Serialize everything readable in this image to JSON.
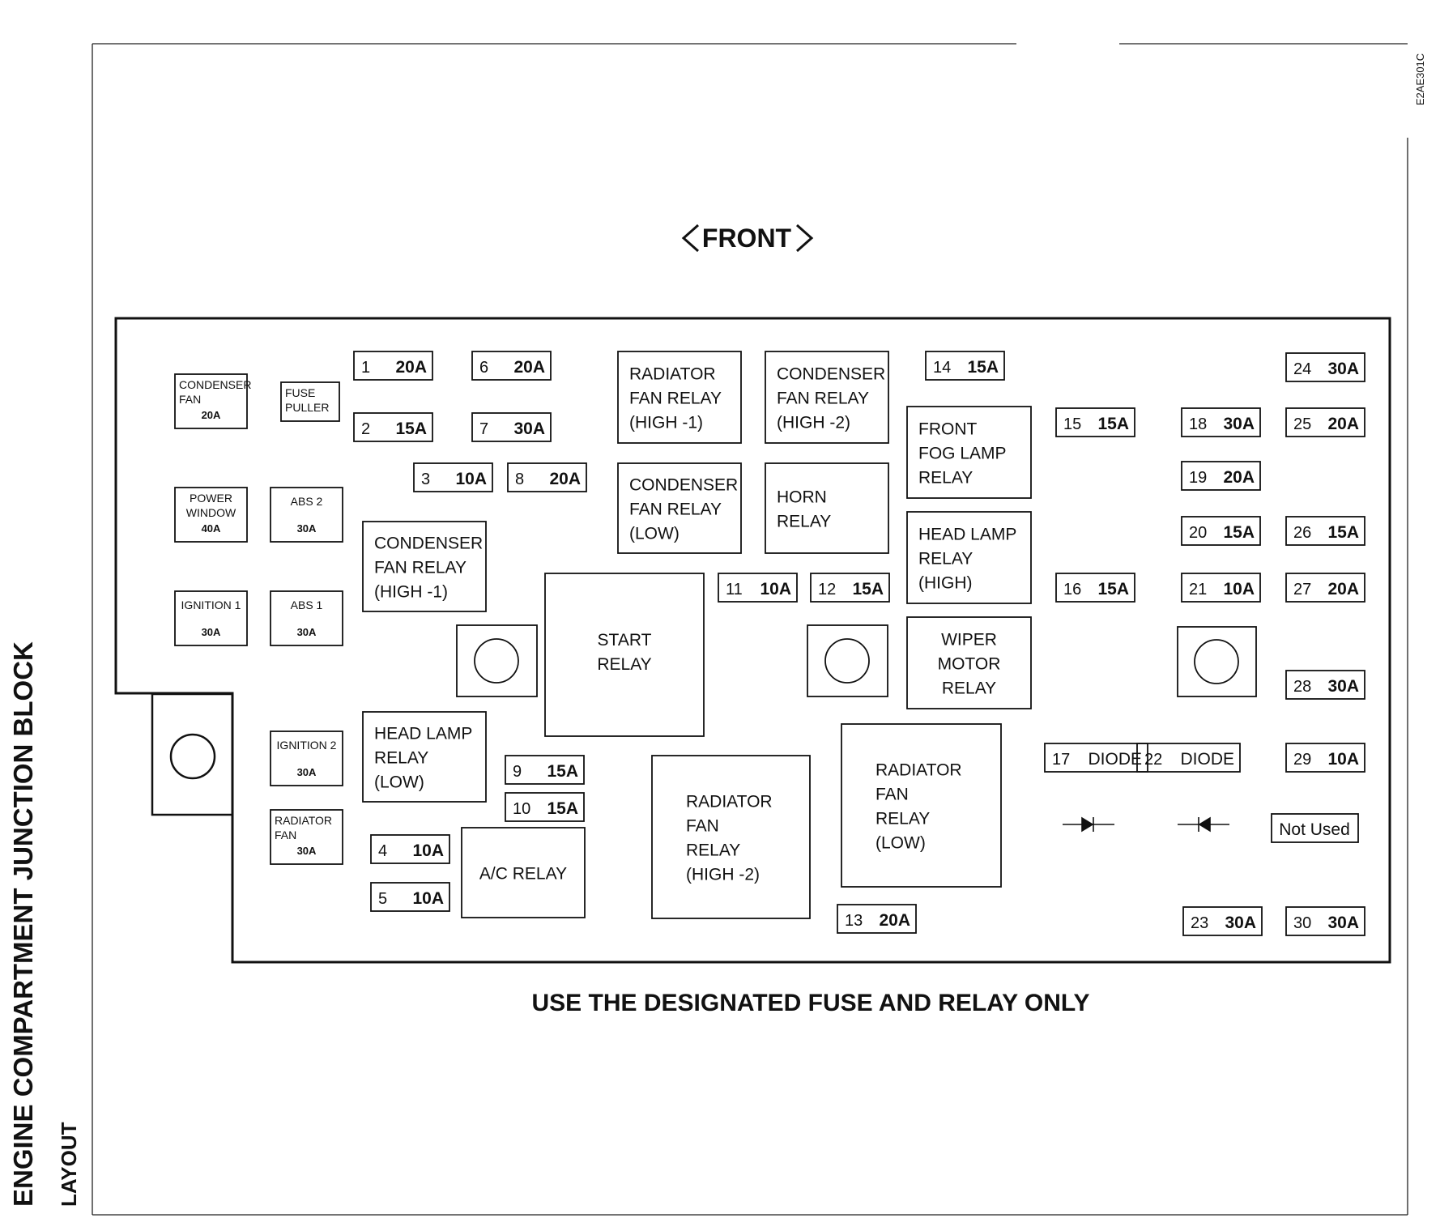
{
  "page": {
    "doc_code": "E2AE301C",
    "title": "ENGINE COMPARTMENT JUNCTION BLOCK",
    "subtitle": "LAYOUT",
    "front_label": "FRONT",
    "footer_note": "USE THE DESIGNATED FUSE AND RELAY ONLY"
  },
  "fuses": [
    {
      "id": "f1",
      "num": "1",
      "amp": "20A"
    },
    {
      "id": "f2",
      "num": "2",
      "amp": "15A"
    },
    {
      "id": "f3",
      "num": "3",
      "amp": "10A"
    },
    {
      "id": "f4",
      "num": "4",
      "amp": "10A"
    },
    {
      "id": "f5",
      "num": "5",
      "amp": "10A"
    },
    {
      "id": "f6",
      "num": "6",
      "amp": "20A"
    },
    {
      "id": "f7",
      "num": "7",
      "amp": "30A"
    },
    {
      "id": "f8",
      "num": "8",
      "amp": "20A"
    },
    {
      "id": "f9",
      "num": "9",
      "amp": "15A"
    },
    {
      "id": "f10",
      "num": "10",
      "amp": "15A"
    },
    {
      "id": "f11",
      "num": "11",
      "amp": "10A"
    },
    {
      "id": "f12",
      "num": "12",
      "amp": "15A"
    },
    {
      "id": "f13",
      "num": "13",
      "amp": "20A"
    },
    {
      "id": "f14",
      "num": "14",
      "amp": "15A"
    },
    {
      "id": "f15",
      "num": "15",
      "amp": "15A"
    },
    {
      "id": "f16",
      "num": "16",
      "amp": "15A"
    },
    {
      "id": "f17",
      "num": "17",
      "amp": "DIODE"
    },
    {
      "id": "f18",
      "num": "18",
      "amp": "30A"
    },
    {
      "id": "f19",
      "num": "19",
      "amp": "20A"
    },
    {
      "id": "f20",
      "num": "20",
      "amp": "15A"
    },
    {
      "id": "f21",
      "num": "21",
      "amp": "10A"
    },
    {
      "id": "f22",
      "num": "22",
      "amp": "DIODE"
    },
    {
      "id": "f23",
      "num": "23",
      "amp": "30A"
    },
    {
      "id": "f24",
      "num": "24",
      "amp": "30A"
    },
    {
      "id": "f25",
      "num": "25",
      "amp": "20A"
    },
    {
      "id": "f26",
      "num": "26",
      "amp": "15A"
    },
    {
      "id": "f27",
      "num": "27",
      "amp": "20A"
    },
    {
      "id": "f28",
      "num": "28",
      "amp": "30A"
    },
    {
      "id": "f29",
      "num": "29",
      "amp": "10A"
    },
    {
      "id": "f30",
      "num": "30",
      "amp": "30A"
    }
  ],
  "not_used": "Not Used",
  "relays": [
    {
      "id": "radiator-fan-relay-high-1",
      "lines": [
        "RADIATOR",
        "FAN RELAY",
        "(HIGH -1)"
      ]
    },
    {
      "id": "condenser-fan-relay-high-2",
      "lines": [
        "CONDENSER",
        "FAN RELAY",
        "(HIGH -2)"
      ]
    },
    {
      "id": "front-fog-lamp-relay",
      "lines": [
        "FRONT",
        "FOG LAMP",
        "RELAY"
      ]
    },
    {
      "id": "condenser-fan-relay-low",
      "lines": [
        "CONDENSER",
        "FAN RELAY",
        "(LOW)"
      ]
    },
    {
      "id": "horn-relay",
      "lines": [
        "HORN",
        "RELAY"
      ]
    },
    {
      "id": "head-lamp-relay-high",
      "lines": [
        "HEAD LAMP",
        "RELAY",
        "(HIGH)"
      ]
    },
    {
      "id": "condenser-fan-relay-high-1",
      "lines": [
        "CONDENSER",
        "FAN RELAY",
        "(HIGH -1)"
      ]
    },
    {
      "id": "start-relay",
      "lines": [
        "START",
        "RELAY"
      ]
    },
    {
      "id": "wiper-motor-relay",
      "lines": [
        "WIPER",
        "MOTOR",
        "RELAY"
      ]
    },
    {
      "id": "head-lamp-relay-low",
      "lines": [
        "HEAD LAMP",
        "RELAY",
        "(LOW)"
      ]
    },
    {
      "id": "ac-relay",
      "lines": [
        "A/C RELAY"
      ]
    },
    {
      "id": "radiator-fan-relay-high-2",
      "lines": [
        "RADIATOR",
        "FAN",
        "RELAY",
        "(HIGH -2)"
      ]
    },
    {
      "id": "radiator-fan-relay-low",
      "lines": [
        "RADIATOR",
        "FAN",
        "RELAY",
        "(LOW)"
      ]
    }
  ],
  "fusible_links": [
    {
      "id": "condenser-fan-link",
      "lines": [
        "CONDENSER",
        "FAN"
      ],
      "amp": "20A"
    },
    {
      "id": "fuse-puller",
      "lines": [
        "FUSE",
        "PULLER"
      ],
      "amp": ""
    },
    {
      "id": "power-window-link",
      "lines": [
        "POWER",
        "WINDOW"
      ],
      "amp": "40A"
    },
    {
      "id": "abs2-link",
      "lines": [
        "ABS 2"
      ],
      "amp": "30A"
    },
    {
      "id": "ignition1-link",
      "lines": [
        "IGNITION 1"
      ],
      "amp": "30A"
    },
    {
      "id": "abs1-link",
      "lines": [
        "ABS 1"
      ],
      "amp": "30A"
    },
    {
      "id": "ignition2-link",
      "lines": [
        "IGNITION 2"
      ],
      "amp": "30A"
    },
    {
      "id": "radiator-fan-link",
      "lines": [
        "RADIATOR",
        "FAN"
      ],
      "amp": "30A"
    }
  ]
}
